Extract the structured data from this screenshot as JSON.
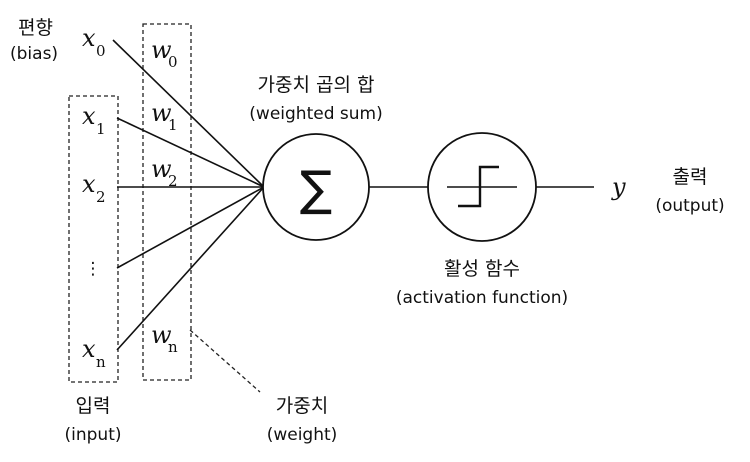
{
  "bias": {
    "ko": "편향",
    "en": "(bias)"
  },
  "input": {
    "ko": "입력",
    "en": "(input)"
  },
  "weight": {
    "ko": "가중치",
    "en": "(weight)"
  },
  "weighted_sum": {
    "ko": "가중치 곱의 합",
    "en": "(weighted sum)"
  },
  "activation": {
    "ko": "활성 함수",
    "en": "(activation function)"
  },
  "output": {
    "ko": "출력",
    "en": "(output)",
    "symbol": "y"
  },
  "sum_symbol": "∑",
  "vdots": "⋮",
  "inputs": [
    {
      "base": "x",
      "sub": "0"
    },
    {
      "base": "x",
      "sub": "1"
    },
    {
      "base": "x",
      "sub": "2"
    },
    {
      "base": "x",
      "sub": "n"
    }
  ],
  "weights": [
    {
      "base": "w",
      "sub": "0"
    },
    {
      "base": "w",
      "sub": "1"
    },
    {
      "base": "w",
      "sub": "2"
    },
    {
      "base": "w",
      "sub": "n"
    }
  ]
}
